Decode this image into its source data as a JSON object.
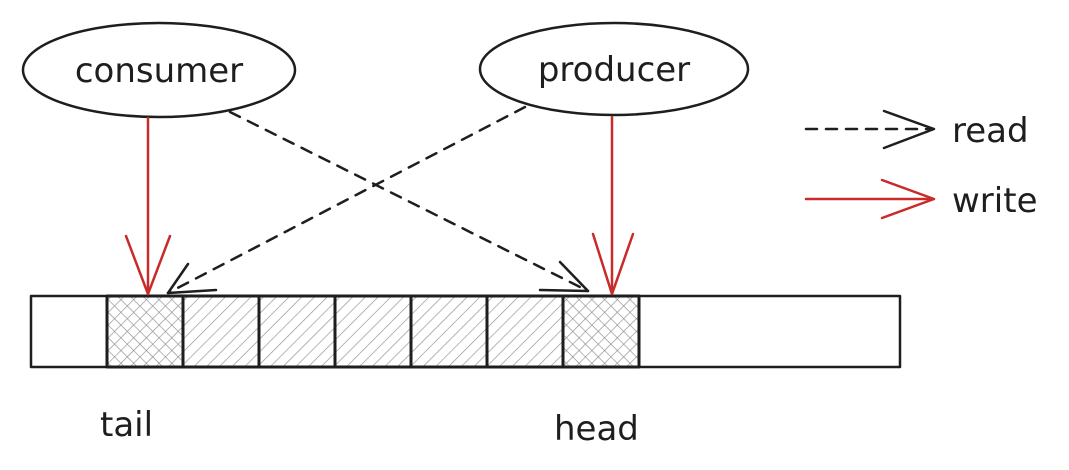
{
  "nodes": {
    "consumer": "consumer",
    "producer": "producer"
  },
  "legend": {
    "read": "read",
    "write": "write"
  },
  "pointers": {
    "tail": "tail",
    "head": "head"
  },
  "buffer": {
    "slots": [
      {
        "state": "empty"
      },
      {
        "state": "pointer"
      },
      {
        "state": "filled"
      },
      {
        "state": "filled"
      },
      {
        "state": "filled"
      },
      {
        "state": "filled"
      },
      {
        "state": "filled"
      },
      {
        "state": "pointer"
      }
    ]
  },
  "colors": {
    "ink": "#1e1e1e",
    "write": "#c92a2a",
    "hatch": "#8c8f93",
    "background": "#ffffff"
  }
}
